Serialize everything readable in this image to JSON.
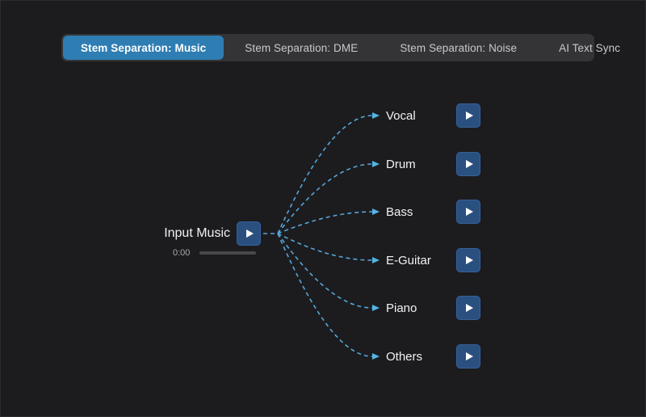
{
  "tabs": {
    "items": [
      {
        "label": "Stem Separation: Music",
        "active": true
      },
      {
        "label": "Stem Separation: DME",
        "active": false
      },
      {
        "label": "Stem Separation: Noise",
        "active": false
      },
      {
        "label": "AI Text Sync",
        "active": false
      }
    ]
  },
  "input": {
    "label": "Input Music",
    "time": "0:00",
    "play_icon": "play-triangle"
  },
  "outputs": {
    "items": [
      {
        "label": "Vocal",
        "play_icon": "play-triangle"
      },
      {
        "label": "Drum",
        "play_icon": "play-triangle"
      },
      {
        "label": "Bass",
        "play_icon": "play-triangle"
      },
      {
        "label": "E-Guitar",
        "play_icon": "play-triangle"
      },
      {
        "label": "Piano",
        "play_icon": "play-triangle"
      },
      {
        "label": "Others",
        "play_icon": "play-triangle"
      }
    ]
  },
  "colors": {
    "background": "#1c1c1f",
    "tabbar_bg": "#343437",
    "active_tab_blue": "#2e7db3",
    "play_button_navy": "#2a5080",
    "arrow_blue": "#57a5d6",
    "label_white": "#f2f2f2"
  }
}
